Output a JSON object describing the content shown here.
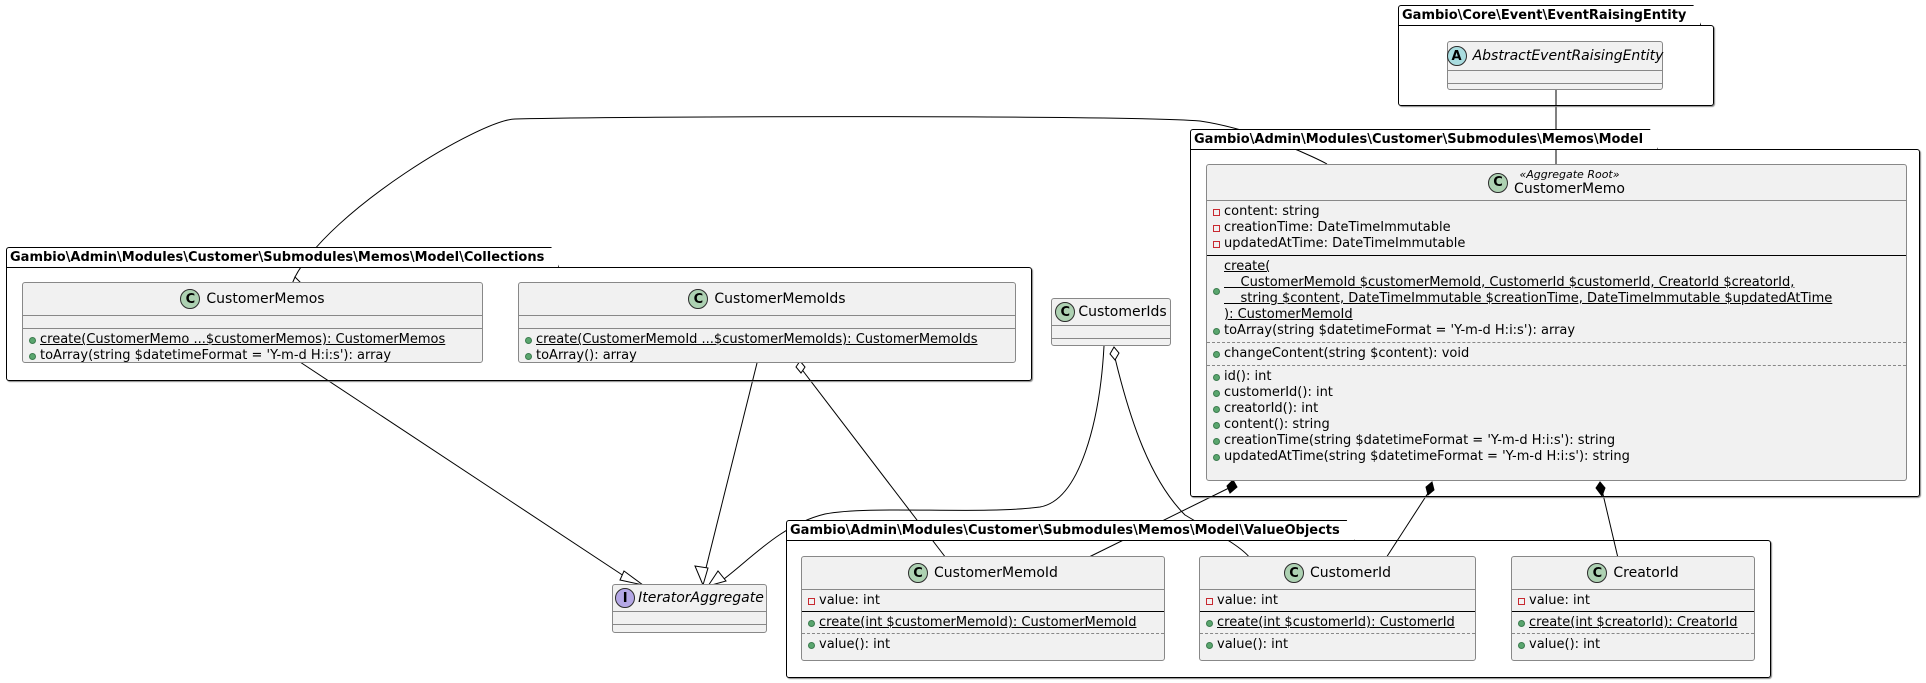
{
  "packages": {
    "event": {
      "name": "Gambio\\Core\\Event\\EventRaisingEntity"
    },
    "model": {
      "name": "Gambio\\Admin\\Modules\\Customer\\Submodules\\Memos\\Model"
    },
    "collections": {
      "name": "Gambio\\Admin\\Modules\\Customer\\Submodules\\Memos\\Model\\Collections"
    },
    "valueobjects": {
      "name": "Gambio\\Admin\\Modules\\Customer\\Submodules\\Memos\\Model\\ValueObjects"
    }
  },
  "classes": {
    "abstractEventRaisingEntity": {
      "kind": "A",
      "name": "AbstractEventRaisingEntity"
    },
    "customerMemo": {
      "kind": "C",
      "stereotype": "«Aggregate Root»",
      "name": "CustomerMemo",
      "fields": [
        "content: string",
        "creationTime: DateTimeImmutable",
        "updatedAtTime: DateTimeImmutable"
      ],
      "create_lines": [
        "create(",
        "    CustomerMemoId $customerMemoId, CustomerId $customerId, CreatorId $creatorId,",
        "    string $content, DateTimeImmutable $creationTime, DateTimeImmutable $updatedAtTime",
        "): CustomerMemoId"
      ],
      "to_array": "toArray(string $datetimeFormat = 'Y-m-d H:i:s'): array",
      "mutators": [
        "changeContent(string $content): void"
      ],
      "getters": [
        "id(): int",
        "customerId(): int",
        "creatorId(): int",
        "content(): string",
        "creationTime(string $datetimeFormat = 'Y-m-d H:i:s'): string",
        "updatedAtTime(string $datetimeFormat = 'Y-m-d H:i:s'): string"
      ]
    },
    "customerMemos": {
      "kind": "C",
      "name": "CustomerMemos",
      "methods": [
        "create(CustomerMemo ...$customerMemos): CustomerMemos",
        "toArray(string $datetimeFormat = 'Y-m-d H:i:s'): array"
      ]
    },
    "customerMemoIds": {
      "kind": "C",
      "name": "CustomerMemoIds",
      "methods": [
        "create(CustomerMemoId ...$customerMemoIds): CustomerMemoIds",
        "toArray(): array"
      ]
    },
    "customerIds": {
      "kind": "C",
      "name": "CustomerIds"
    },
    "iteratorAggregate": {
      "kind": "I",
      "name": "IteratorAggregate"
    },
    "customerMemoId": {
      "kind": "C",
      "name": "CustomerMemoId",
      "field": "value: int",
      "create": "create(int $customerMemoId): CustomerMemoId",
      "getter": "value(): int"
    },
    "customerId": {
      "kind": "C",
      "name": "CustomerId",
      "field": "value: int",
      "create": "create(int $customerId): CustomerId",
      "getter": "value(): int"
    },
    "creatorId": {
      "kind": "C",
      "name": "CreatorId",
      "field": "value: int",
      "create": "create(int $creatorId): CreatorId",
      "getter": "value(): int"
    }
  },
  "relations": [
    {
      "from": "CustomerMemo",
      "to": "AbstractEventRaisingEntity",
      "type": "inheritance"
    },
    {
      "from": "CustomerMemos",
      "to": "IteratorAggregate",
      "type": "implementation"
    },
    {
      "from": "CustomerMemoIds",
      "to": "IteratorAggregate",
      "type": "implementation"
    },
    {
      "from": "CustomerIds",
      "to": "IteratorAggregate",
      "type": "implementation"
    },
    {
      "from": "CustomerMemos",
      "to": "CustomerMemo",
      "type": "aggregation"
    },
    {
      "from": "CustomerMemoIds",
      "to": "CustomerMemoId",
      "type": "aggregation"
    },
    {
      "from": "CustomerIds",
      "to": "CustomerId",
      "type": "aggregation"
    },
    {
      "from": "CustomerMemo",
      "to": "CustomerMemoId",
      "type": "composition"
    },
    {
      "from": "CustomerMemo",
      "to": "CustomerId",
      "type": "composition"
    },
    {
      "from": "CustomerMemo",
      "to": "CreatorId",
      "type": "composition"
    }
  ],
  "colors": {
    "class_circle": "#add1b2",
    "abstract_circle": "#a9dcdf",
    "interface_circle": "#b4a7e5",
    "class_bg": "#f1f1f1",
    "public_marker": "#5aa66e",
    "private_marker": "#c82930"
  }
}
